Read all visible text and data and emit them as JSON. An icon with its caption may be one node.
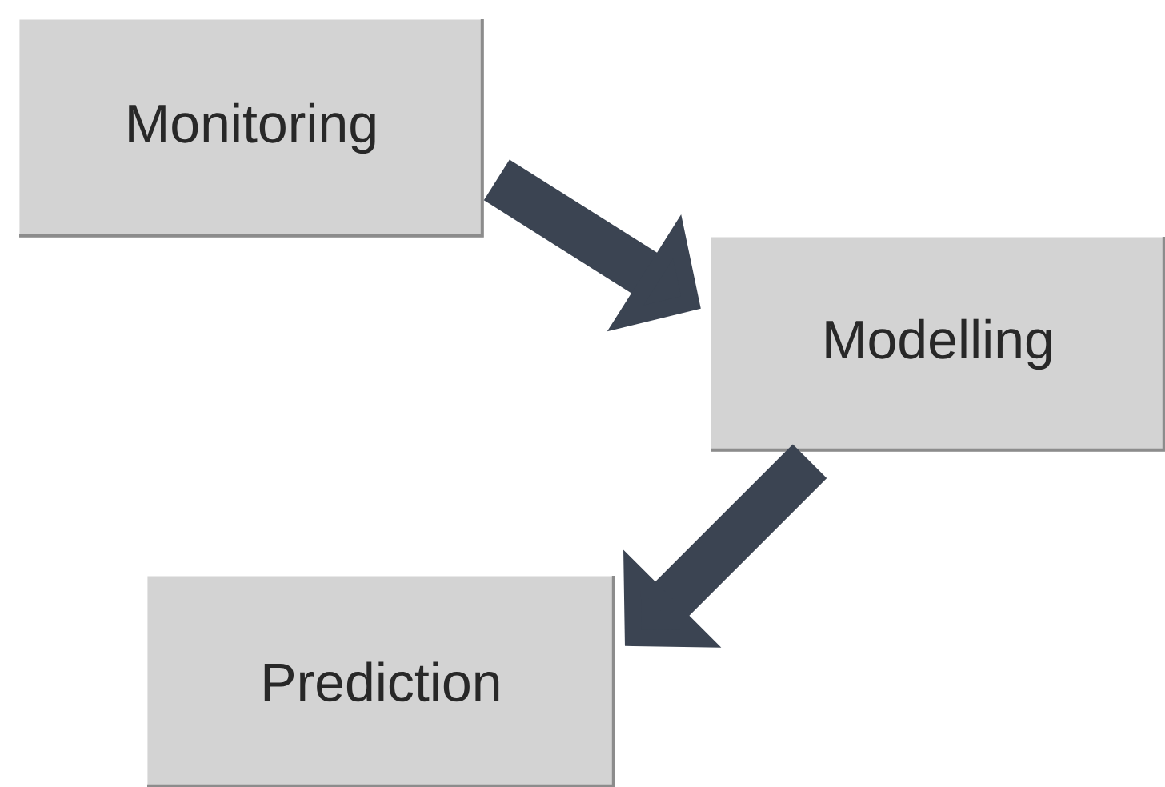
{
  "diagram": {
    "nodes": [
      {
        "text": [
          "Monitoring"
        ]
      },
      {
        "text": [
          "Modelling"
        ]
      },
      {
        "text": [
          "Prediction"
        ]
      }
    ],
    "edges": [
      {
        "from": 0,
        "to": 1,
        "arrow": "to"
      },
      {
        "from": 1,
        "to": 2,
        "arrow": "to"
      }
    ]
  }
}
